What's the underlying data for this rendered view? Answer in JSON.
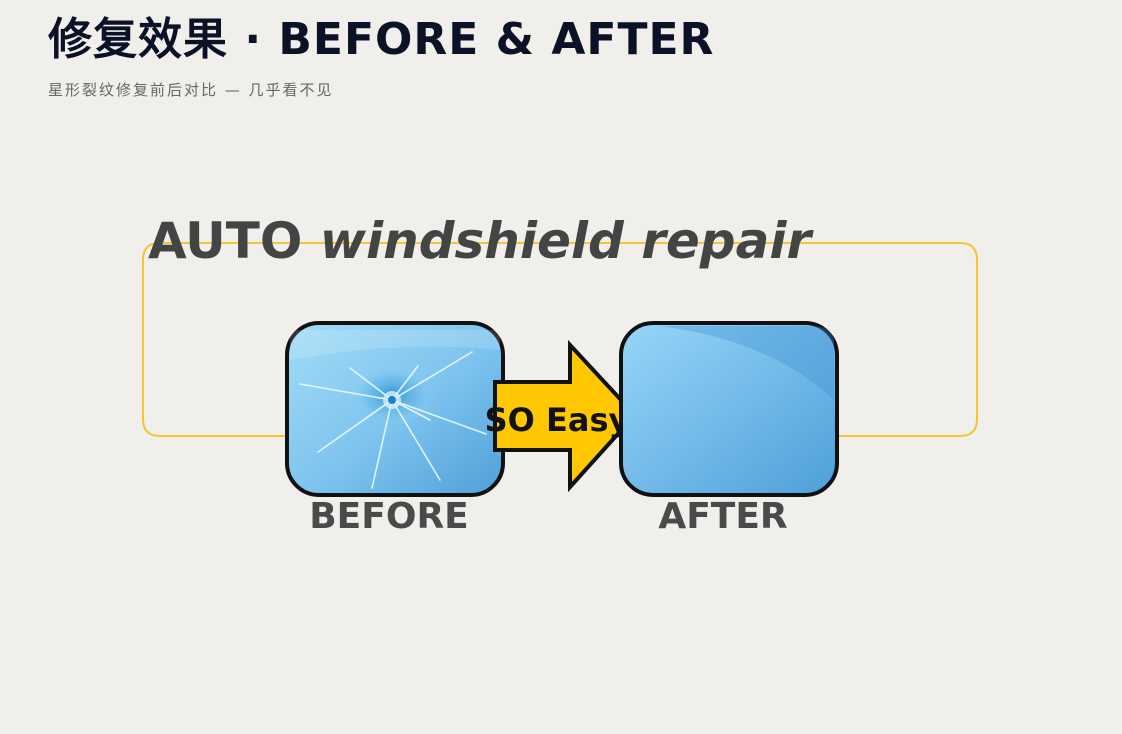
{
  "header": {
    "title": "修复效果 · BEFORE & AFTER",
    "subtitle": "星形裂纹修复前后对比 — 几乎看不见"
  },
  "graphic": {
    "heading_bold": "AUTO ",
    "heading_italic": "windshield repair",
    "arrow_label": "SO Easy",
    "before_label": "BEFORE",
    "after_label": "AFTER",
    "accent_color": "#f7c531",
    "arrow_color": "#ffc800",
    "glass_light_color": "#9ad7f6",
    "glass_dark_color": "#57a9e0",
    "label_color": "#4a4a4a",
    "icons": {
      "before": "cracked-glass-icon",
      "after": "repaired-glass-icon",
      "arrow": "right-arrow-icon"
    }
  }
}
